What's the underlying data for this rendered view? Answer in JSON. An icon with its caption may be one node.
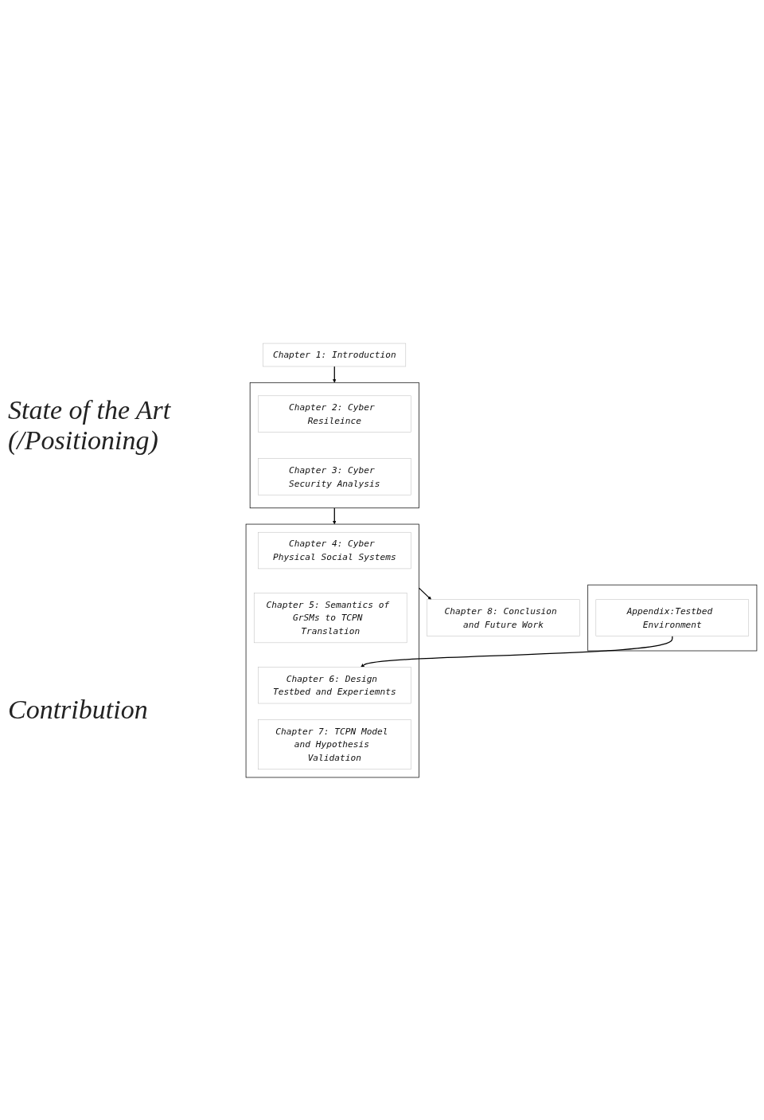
{
  "diagram": {
    "nodes": [
      {
        "text": [
          "Chapter 1: Introduction"
        ]
      },
      {
        "text": [],
        "shape": "box"
      },
      {
        "text": [
          "Chapter 2: Cyber Resileince"
        ],
        "in": 1
      },
      {
        "text": [
          "Chapter 3: Cyber Security Analysis"
        ],
        "in": 1
      },
      {
        "text": [],
        "shape": "box"
      },
      {
        "text": [
          "Chapter 4: Cyber Physical Social Systems"
        ],
        "in": 4
      },
      {
        "text": [
          "Chapter 5: Semantics of GrSMs to TCPN Translation"
        ],
        "in": 4
      },
      {
        "text": [
          "Chapter 6: Design Testbed and Experiemnts"
        ],
        "in": 4
      },
      {
        "text": [
          "Chapter 7: TCPN Model and Hypothesis Validation"
        ],
        "in": 4
      },
      {
        "text": [
          "Chapter 8: Conclusion and Future Work"
        ]
      },
      {
        "text": [],
        "shape": "box"
      },
      {
        "text": [
          "Appendix:Testbed Environment"
        ],
        "in": 10
      }
    ],
    "edges": [
      {
        "from": 0,
        "to": 1,
        "arrow": "to"
      },
      {
        "from": 1,
        "to": 4,
        "arrow": "to"
      },
      {
        "from": 4,
        "to": 9,
        "arrow": "to"
      },
      {
        "from": 11,
        "to": 7,
        "arrow": "to"
      }
    ],
    "labels": [
      "State of the Art (/Positioning)",
      "Contribution"
    ]
  }
}
